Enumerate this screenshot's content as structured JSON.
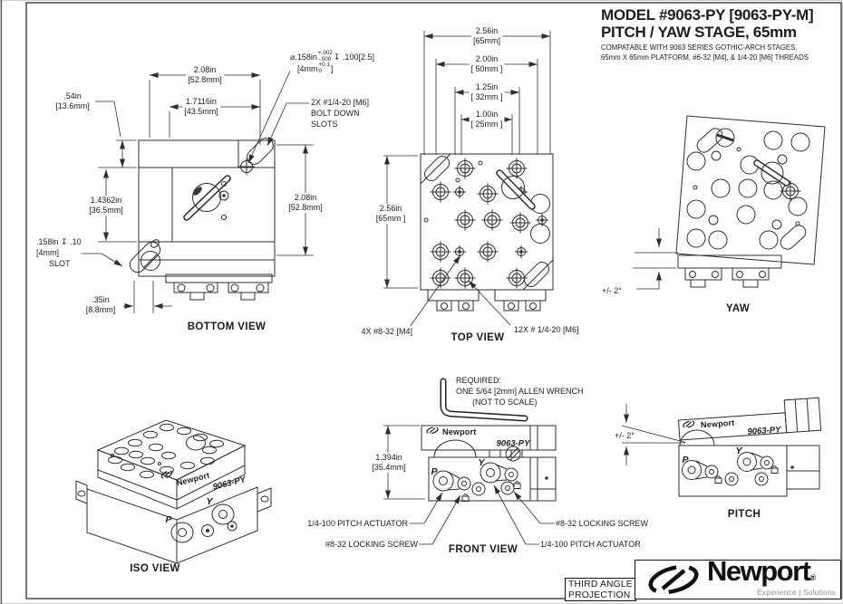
{
  "title_block": {
    "model_line": "MODEL #9063-PY  [9063-PY-M]",
    "product_line": "PITCH / YAW STAGE, 65mm",
    "note_line1": "COMPATABLE WITH 9063 SERIES GOTHIC-ARCH STAGES.",
    "note_line2": "65mm X 65mm PLATFORM, #6-32 [M4], & 1/4-20 [M6] THREADS"
  },
  "bottom_view": {
    "label": "BOTTOM VIEW",
    "dim_top_in": "2.08in",
    "dim_top_mm": "[52.8mm]",
    "dim_top2_in": "1.7116in",
    "dim_top2_mm": "[43.5mm]",
    "dim_offset_in": ".54in",
    "dim_offset_mm": "[13.6mm]",
    "dim_left_in": "1.4362in",
    "dim_left_mm": "[36.5mm]",
    "dim_right_in": "2.08in",
    "dim_right_mm": "[52.8mm]",
    "dim_foot_in": ".35in",
    "dim_foot_mm": "[8.8mm]",
    "slot_note_l1": ".158in  ↧ .10",
    "slot_note_l2": "[4mm]",
    "slot_note_l3": "SLOT",
    "hole_dia": "⌀.158in",
    "hole_tol_plus": "+.002",
    "hole_tol_minus": "-.000",
    "hole_depth": "↧ .100[2.5]",
    "hole_mm_open": "[4mm",
    "hole_mm_plus": "+0.1",
    "hole_mm_zero": "0",
    "hole_mm_close": "]",
    "bolt_l1": "2X #1/4-20 [M6]",
    "bolt_l2": "BOLT DOWN",
    "bolt_l3": "SLOTS"
  },
  "top_view": {
    "label": "TOP VIEW",
    "dims": [
      {
        "in": "2.56in",
        "mm": "[65mm]"
      },
      {
        "in": "2.00in",
        "mm": "[ 50mm ]"
      },
      {
        "in": "1.25in",
        "mm": "[ 32mm ]"
      },
      {
        "in": "1.00in",
        "mm": "[ 25mm ]"
      }
    ],
    "dim_side_in": "2.56in",
    "dim_side_mm": "[65mm ]",
    "note_m4": "4X #8-32 [M4]",
    "note_m6": "12X # 1/4-20 [M6]"
  },
  "yaw_view": {
    "label": "YAW",
    "angle": "+/- 2°"
  },
  "iso_view": {
    "label": "ISO VIEW",
    "brand": "Newport",
    "model": "9063-PY",
    "knob_p": "P",
    "knob_y": "Y"
  },
  "front_view": {
    "label": "FRONT VIEW",
    "req_l1": "REQUIRED:",
    "req_l2": "ONE 5/64 [2mm] ALLEN WRENCH",
    "req_l3": "(NOT TO SCALE)",
    "dim_in": "1.394in",
    "dim_mm": "[35.4mm]",
    "brand": "Newport",
    "model": "9063-PY",
    "knob_p": "P",
    "knob_y": "Y",
    "callout_pitch_left": "1/4-100 PITCH ACTUATOR",
    "callout_lock_left": "#8-32 LOCKING SCREW",
    "callout_lock_right": "#8-32 LOCKING SCREW",
    "callout_pitch_right": "1/4-100 PITCH ACTUATOR"
  },
  "pitch_view": {
    "label": "PITCH",
    "angle": "+/- 2°",
    "brand": "Newport",
    "model": "9063-PY",
    "knob_p": "P",
    "knob_y": "Y"
  },
  "footer": {
    "projection_l1": "THIRD ANGLE",
    "projection_l2": "PROJECTION",
    "brand": "Newport",
    "registered": "®",
    "tagline": "Experience | Solutions"
  }
}
